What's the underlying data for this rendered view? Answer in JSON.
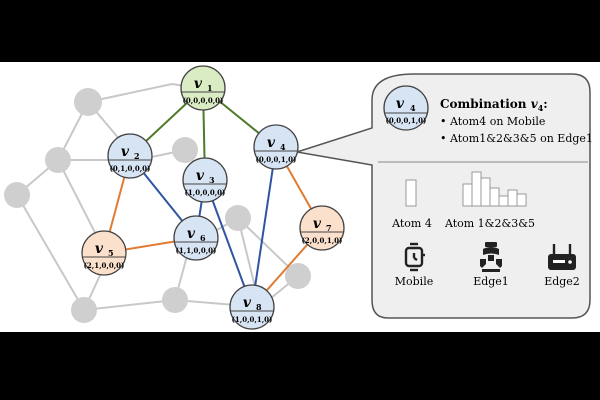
{
  "colors": {
    "green_node": "#d9ecc4",
    "blue_node": "#d7e4f3",
    "orange_node": "#fbe0cc",
    "gray_node": "#cfcfcf",
    "green_edge": "#4f7a2a",
    "blue_edge": "#2f54a3",
    "orange_edge": "#e07b31",
    "gray_edge": "#c8c8c8"
  },
  "nodes": [
    {
      "id": "v1",
      "symbol": "v",
      "sub": "1",
      "vector": "(0,0,0,0,0)",
      "color": "green"
    },
    {
      "id": "v2",
      "symbol": "v",
      "sub": "2",
      "vector": "(0,1,0,0,0)",
      "color": "blue"
    },
    {
      "id": "v3",
      "symbol": "v",
      "sub": "3",
      "vector": "(1,0,0,0,0)",
      "color": "blue"
    },
    {
      "id": "v4",
      "symbol": "v",
      "sub": "4",
      "vector": "(0,0,0,1,0)",
      "color": "blue"
    },
    {
      "id": "v5",
      "symbol": "v",
      "sub": "5",
      "vector": "(2,1,0,0,0)",
      "color": "orange"
    },
    {
      "id": "v6",
      "symbol": "v",
      "sub": "6",
      "vector": "(1,1,0,0,0)",
      "color": "blue"
    },
    {
      "id": "v7",
      "symbol": "v",
      "sub": "7",
      "vector": "(2,0,0,1,0)",
      "color": "orange"
    },
    {
      "id": "v8",
      "symbol": "v",
      "sub": "8",
      "vector": "(1,0,0,1,0)",
      "color": "blue"
    }
  ],
  "edges": [
    {
      "from": "v1",
      "to": "v2",
      "color": "green"
    },
    {
      "from": "v1",
      "to": "v3",
      "color": "green"
    },
    {
      "from": "v1",
      "to": "v4",
      "color": "green"
    },
    {
      "from": "v2",
      "to": "v6",
      "color": "blue"
    },
    {
      "from": "v3",
      "to": "v6",
      "color": "blue"
    },
    {
      "from": "v3",
      "to": "v8",
      "color": "blue"
    },
    {
      "from": "v4",
      "to": "v8",
      "color": "blue"
    },
    {
      "from": "v2",
      "to": "v5",
      "color": "orange"
    },
    {
      "from": "v5",
      "to": "v6",
      "color": "orange"
    },
    {
      "from": "v4",
      "to": "v7",
      "color": "orange"
    },
    {
      "from": "v7",
      "to": "v8",
      "color": "orange"
    }
  ],
  "callout": {
    "node": {
      "symbol": "v",
      "sub": "4",
      "vector": "(0,0,0,1,0)"
    },
    "title_prefix": "Combination ",
    "title_symbol": "v",
    "title_sub": "4",
    "title_suffix": ":",
    "bullets": [
      "Atom4 on Mobile",
      "Atom1&2&3&5 on Edge1"
    ],
    "atom_labels": [
      "Atom 4",
      "Atom 1&2&3&5"
    ],
    "devices": [
      {
        "label": "Mobile",
        "icon": "smartwatch-icon"
      },
      {
        "label": "Edge1",
        "icon": "robot-arm-icon"
      },
      {
        "label": "Edge2",
        "icon": "router-icon"
      }
    ]
  }
}
